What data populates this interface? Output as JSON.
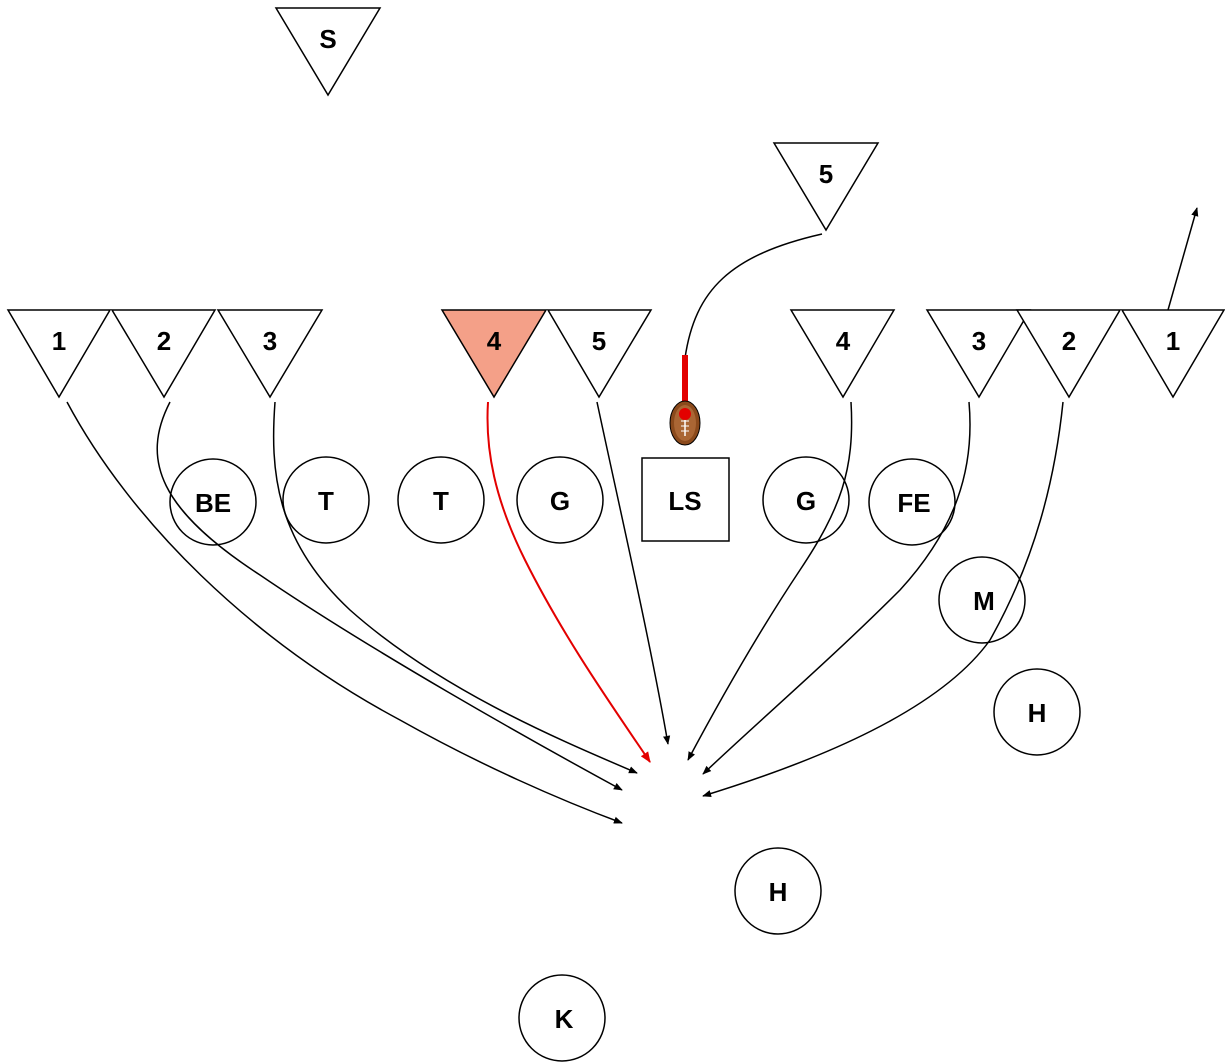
{
  "colors": {
    "highlight_fill": "#f4a088",
    "highlight_path": "#e30000",
    "ball_brown": "#8b4a1c",
    "line": "#000000",
    "background": "#ffffff"
  },
  "defenders": [
    {
      "id": "safety",
      "label": "S",
      "highlighted": false
    },
    {
      "id": "left-1",
      "label": "1",
      "highlighted": false
    },
    {
      "id": "left-2",
      "label": "2",
      "highlighted": false
    },
    {
      "id": "left-3",
      "label": "3",
      "highlighted": false
    },
    {
      "id": "left-4",
      "label": "4",
      "highlighted": true
    },
    {
      "id": "left-5",
      "label": "5",
      "highlighted": false
    },
    {
      "id": "deep-5",
      "label": "5",
      "highlighted": false
    },
    {
      "id": "right-4",
      "label": "4",
      "highlighted": false
    },
    {
      "id": "right-3",
      "label": "3",
      "highlighted": false
    },
    {
      "id": "right-2",
      "label": "2",
      "highlighted": false
    },
    {
      "id": "right-1",
      "label": "1",
      "highlighted": false
    }
  ],
  "offense": [
    {
      "id": "be",
      "label": "BE",
      "shape": "circle"
    },
    {
      "id": "left-tackle",
      "label": "T",
      "shape": "circle"
    },
    {
      "id": "right-tackle",
      "label": "T",
      "shape": "circle"
    },
    {
      "id": "left-guard",
      "label": "G",
      "shape": "circle"
    },
    {
      "id": "long-snapper",
      "label": "LS",
      "shape": "square"
    },
    {
      "id": "right-guard",
      "label": "G",
      "shape": "circle"
    },
    {
      "id": "fe",
      "label": "FE",
      "shape": "circle"
    },
    {
      "id": "m",
      "label": "M",
      "shape": "circle"
    },
    {
      "id": "h-wing",
      "label": "H",
      "shape": "circle"
    },
    {
      "id": "h-back",
      "label": "H",
      "shape": "circle"
    },
    {
      "id": "kicker",
      "label": "K",
      "shape": "circle"
    }
  ],
  "ball": {
    "icon": "football-icon"
  }
}
